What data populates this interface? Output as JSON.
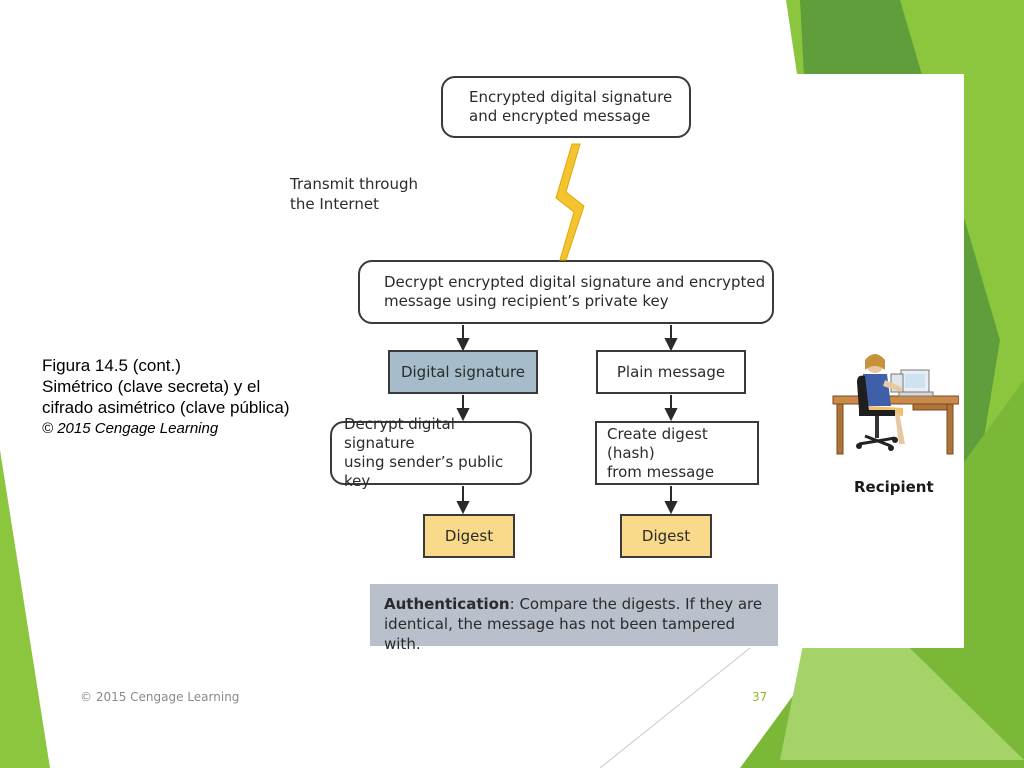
{
  "colors": {
    "green_light": "#8cc63f",
    "green_mid": "#6aa84f",
    "green_dark": "#4e8a2a",
    "box_blue": "#a7bccb",
    "box_yellow": "#f8da8a",
    "auth_gray": "#b9bfcb",
    "lightning": "#f4c430",
    "page_number": "#8cbf26"
  },
  "diagram": {
    "top_box": "Encrypted digital signature\nand encrypted message",
    "transmit_label": "Transmit through\nthe Internet",
    "decrypt_box": "Decrypt encrypted digital signature and encrypted\nmessage using recipient’s private key",
    "digital_signature": "Digital signature",
    "plain_message": "Plain message",
    "decrypt_signature": "Decrypt digital signature\nusing sender’s public key",
    "create_digest": "Create digest (hash)\nfrom message",
    "digest_left": "Digest",
    "digest_right": "Digest",
    "auth_bold": "Authentication",
    "auth_text": ": Compare the digests. If they are identical, the message has not been tampered with.",
    "recipient_label": "Recipient",
    "icons": [
      "lightning-icon",
      "arrow-down-icon",
      "person-at-computer-icon"
    ]
  },
  "caption": {
    "line1": "Figura 14.5 (cont.)",
    "line2": "Simétrico (clave secreta) y el cifrado asimétrico (clave pública)",
    "credit": "© 2015 Cengage Learning"
  },
  "footer": {
    "copyright": "© 2015 Cengage Learning",
    "page_number": "37"
  }
}
